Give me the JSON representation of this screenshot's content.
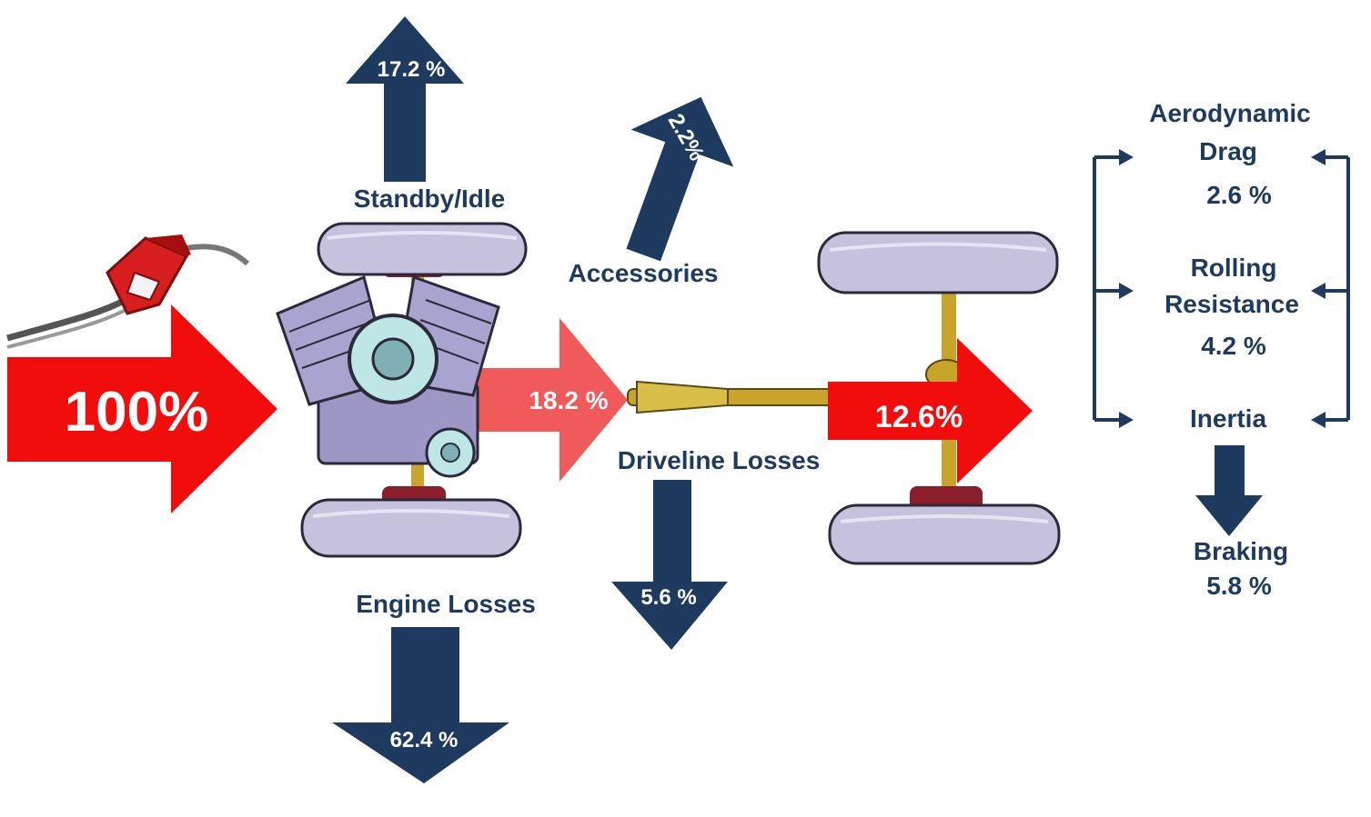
{
  "colors": {
    "navy": "#1f3a5f",
    "red": "#f20d0d",
    "light_red": "#f05a5a",
    "tire": "#c6c1dc",
    "axle_red": "#8a1e2a",
    "axle_gold": "#c8a52a",
    "engine": "#9c97c4"
  },
  "fuel": {
    "label": "100%",
    "icon": "fuel-nozzle-icon"
  },
  "standby": {
    "value": "17.2 %",
    "label": "Standby/Idle"
  },
  "accessories": {
    "value": "2.2%",
    "label": "Accessories"
  },
  "engine_output": {
    "value": "18.2 %"
  },
  "driveline": {
    "label": "Driveline Losses",
    "value": "5.6 %"
  },
  "engine_losses": {
    "label": "Engine Losses",
    "value": "62.4 %"
  },
  "wheels_output": {
    "value": "12.6%"
  },
  "aero": {
    "label_line1": "Aerodynamic",
    "label_line2": "Drag",
    "value": "2.6 %"
  },
  "rolling": {
    "label_line1": "Rolling",
    "label_line2": "Resistance",
    "value": "4.2 %"
  },
  "inertia": {
    "label": "Inertia"
  },
  "braking": {
    "label": "Braking",
    "value": "5.8 %"
  }
}
